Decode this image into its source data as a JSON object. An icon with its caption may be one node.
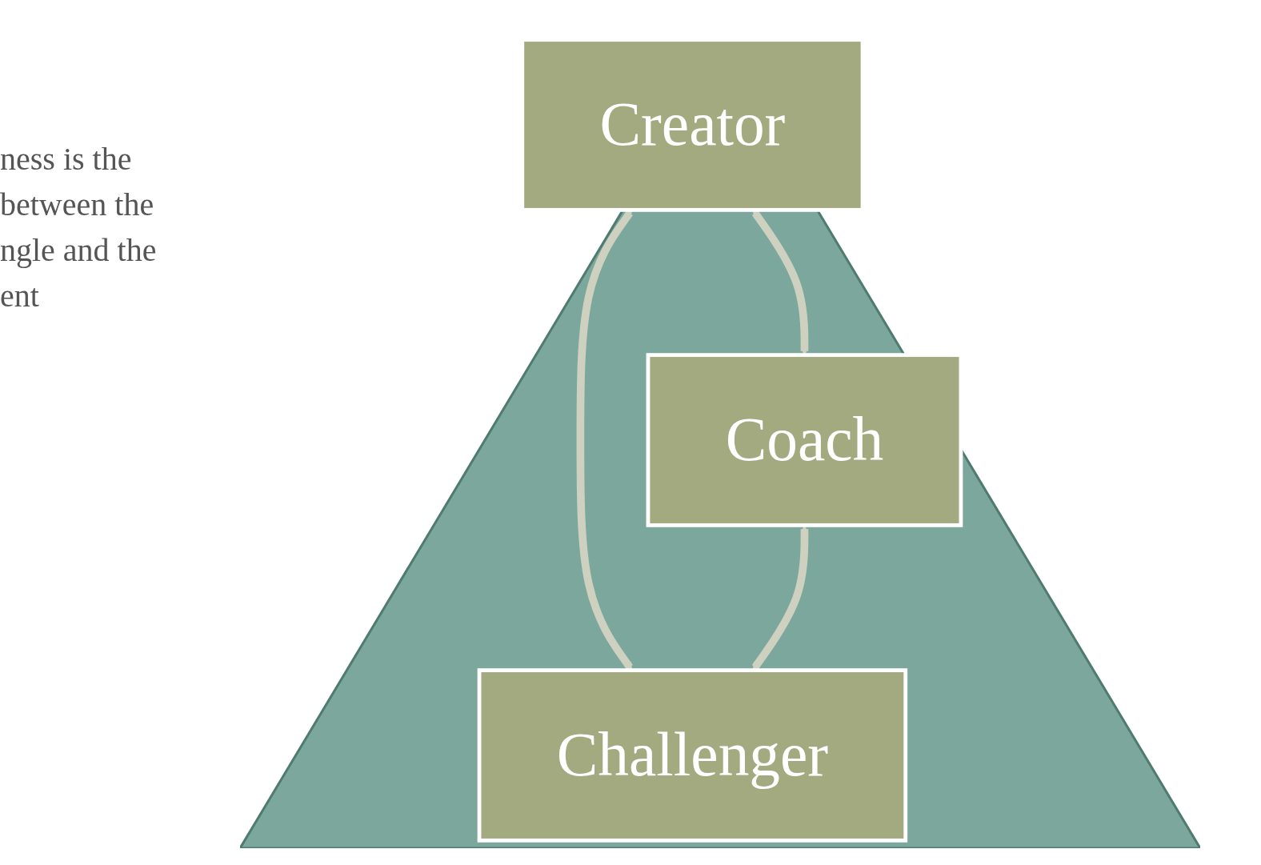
{
  "diagram": {
    "nodes": [
      {
        "text": [
          "Creator"
        ]
      },
      {
        "text": [
          "Coach"
        ]
      },
      {
        "text": [
          "Challenger"
        ]
      }
    ],
    "edges": [
      {
        "from": 0,
        "to": 1,
        "arrow": "both"
      },
      {
        "from": 0,
        "to": 2,
        "arrow": "both"
      },
      {
        "from": 1,
        "to": 2,
        "arrow": "both"
      }
    ],
    "labels": [
      "ness is the between the ngle and the ent"
    ]
  }
}
